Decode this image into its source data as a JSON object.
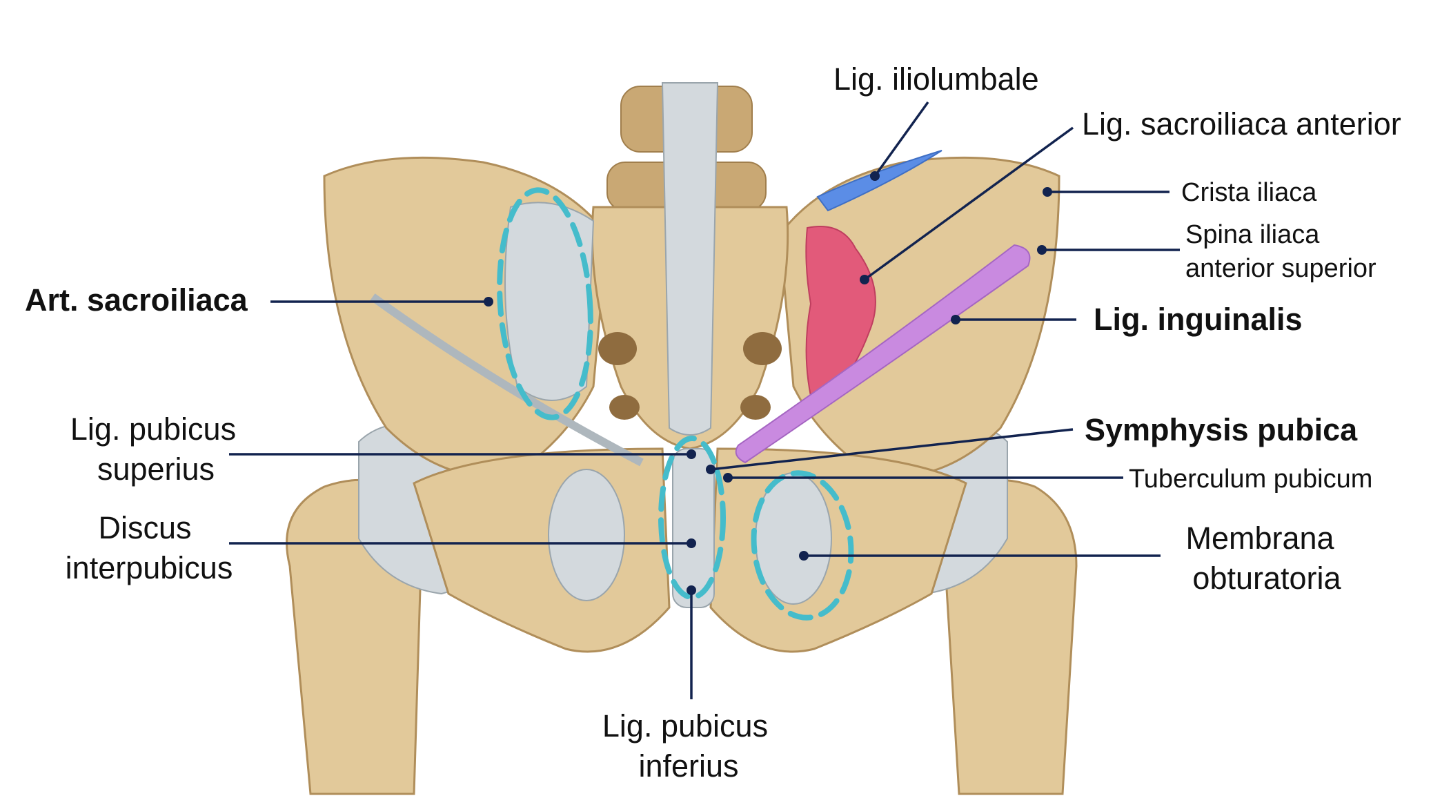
{
  "labels": {
    "iliolumbale": "Lig. iliolumbale",
    "sacroiliaca_anterior": "Lig. sacroiliaca anterior",
    "crista_iliaca": "Crista iliaca",
    "spina_line1": "Spina iliaca",
    "spina_line2": "anterior superior",
    "inguinalis": "Lig. inguinalis",
    "art_sacroiliaca": "Art. sacroiliaca",
    "pubicus_superius_line1": "Lig. pubicus",
    "pubicus_superius_line2": "superius",
    "symphysis": "Symphysis pubica",
    "tuberculum": "Tuberculum pubicum",
    "discus_line1": "Discus",
    "discus_line2": "interpubicus",
    "membrana_line1": "Membrana",
    "membrana_line2": "obturatoria",
    "pubicus_inferius_line1": "Lig. pubicus",
    "pubicus_inferius_line2": "inferius"
  },
  "colors": {
    "leader": "#12234f",
    "highlight_dash": "#45bccb",
    "lig_iliolumbale": "#5b8de6",
    "lig_sacroiliaca_anterior": "#e25a7a",
    "lig_inguinalis": "#c98ae0",
    "bone": "#e2c99a",
    "ligament": "#d3d9dd"
  }
}
